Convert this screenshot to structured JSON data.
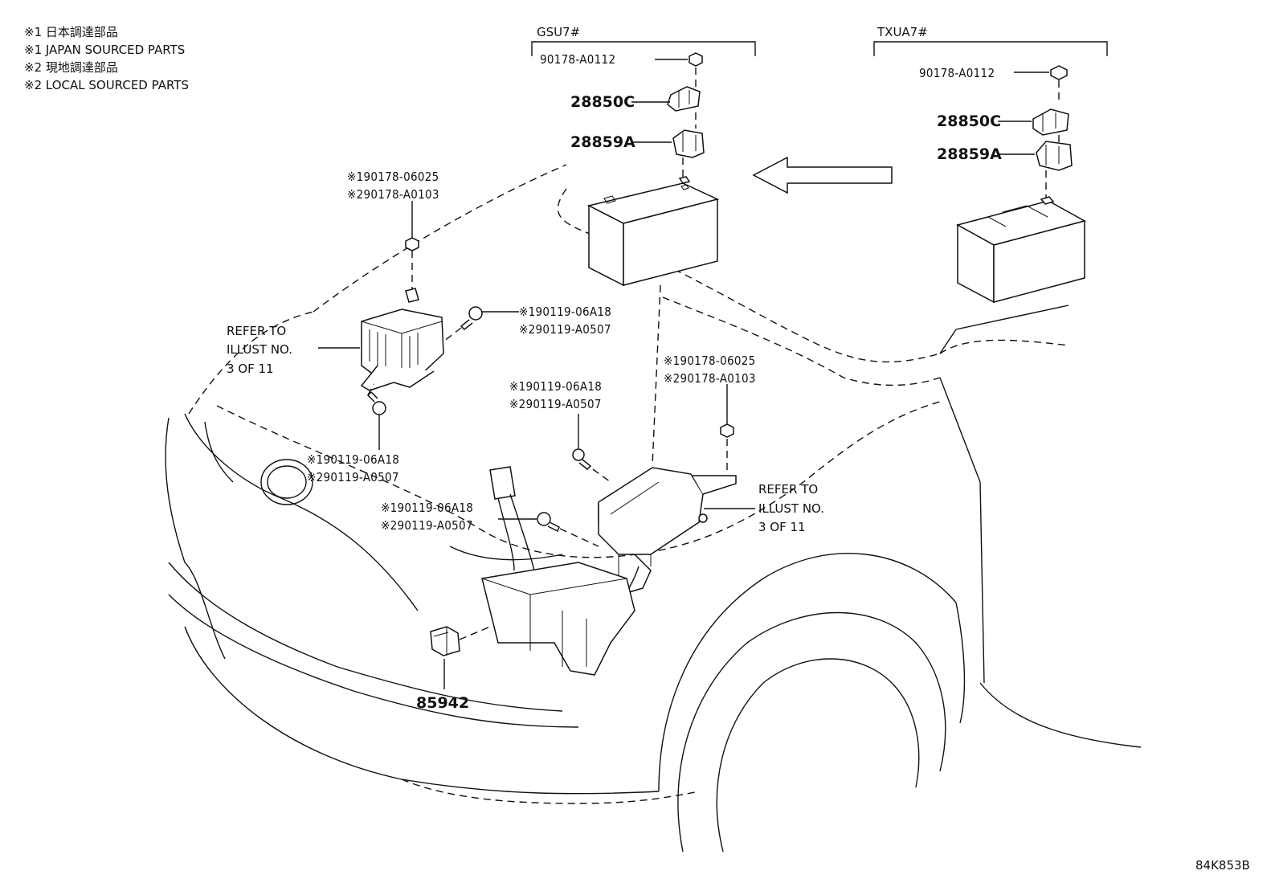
{
  "notes": [
    "※1 日本調達部品",
    "※1 JAPAN SOURCED PARTS",
    "※2 現地調達部品",
    "※2 LOCAL SOURCED PARTS"
  ],
  "variants": {
    "left": "GSU7#",
    "right": "TXUA7#"
  },
  "parts": {
    "gsu_nut": "90178-A0112",
    "gsu_clamp": "28850C",
    "gsu_bracket": "28859A",
    "tx_nut": "90178-A0112",
    "tx_clamp": "28850C",
    "tx_bracket": "28859A",
    "nut_a1": "※190178-06025",
    "nut_a2": "※290178-A0103",
    "bolt_a1": "※190119-06A18",
    "bolt_a2": "※290119-A0507",
    "bolt_b1": "※190119-06A18",
    "bolt_b2": "※290119-A0507",
    "nut_b1": "※190178-06025",
    "nut_b2": "※290178-A0103",
    "bolt_c1": "※190119-06A18",
    "bolt_c2": "※290119-A0507",
    "bolt_d1": "※190119-06A18",
    "bolt_d2": "※290119-A0507",
    "relay": "85942"
  },
  "refer_left": [
    "REFER TO",
    "ILLUST NO.",
    "3 OF 11"
  ],
  "refer_right": [
    "REFER TO",
    "ILLUST NO.",
    "3 OF 11"
  ],
  "illustration_code": "84K853B"
}
